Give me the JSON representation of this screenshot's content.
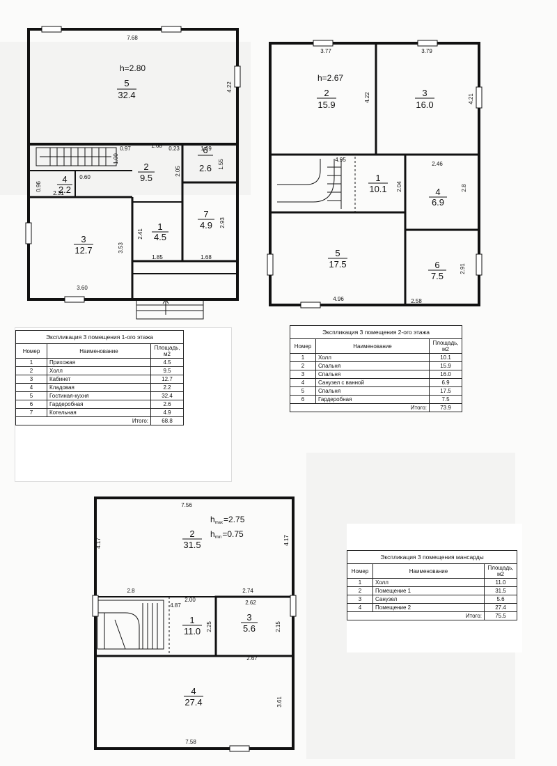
{
  "floor1": {
    "height": "h=2.80",
    "rooms": [
      {
        "num": "5",
        "area": "32.4"
      },
      {
        "num": "2",
        "area": "9.5"
      },
      {
        "num": "6",
        "area": "2.6"
      },
      {
        "num": "4",
        "area": "2.2"
      },
      {
        "num": "3",
        "area": "12.7"
      },
      {
        "num": "1",
        "area": "4.5"
      },
      {
        "num": "7",
        "area": "4.9"
      }
    ],
    "dims": [
      "7.68",
      "4.22",
      "0.97",
      "1.68",
      "0.23",
      "1.69",
      "1.00",
      "2.05",
      "1.55",
      "0.96",
      "0.60",
      "2.31",
      "2.41",
      "3.53",
      "2.93",
      "1.85",
      "1.68",
      "3.60"
    ]
  },
  "floor2": {
    "height": "h=2.67",
    "rooms": [
      {
        "num": "2",
        "area": "15.9"
      },
      {
        "num": "3",
        "area": "16.0"
      },
      {
        "num": "1",
        "area": "10.1"
      },
      {
        "num": "4",
        "area": "6.9"
      },
      {
        "num": "5",
        "area": "17.5"
      },
      {
        "num": "6",
        "area": "7.5"
      }
    ],
    "dims": [
      "3.77",
      "3.79",
      "4.22",
      "4.21",
      "4.95",
      "2.46",
      "2.04",
      "2.8",
      "2.91",
      "4.96",
      "2.58"
    ]
  },
  "attic": {
    "hmax": "=2.75",
    "hmin": "=0.75",
    "hmax_label": "h",
    "hmax_sub": "max",
    "hmin_label": "h",
    "hmin_sub": "min",
    "rooms": [
      {
        "num": "2",
        "area": "31.5"
      },
      {
        "num": "1",
        "area": "11.0"
      },
      {
        "num": "3",
        "area": "5.6"
      },
      {
        "num": "4",
        "area": "27.4"
      }
    ],
    "dims": [
      "7.56",
      "4.17",
      "4.17",
      "2.8",
      "2.74",
      "2.00",
      "4.87",
      "2.62",
      "2.25",
      "2.15",
      "2.67",
      "3.61",
      "7.58"
    ]
  },
  "table1": {
    "title": "Экспликация 3 помещения 1-ого этажа",
    "col_num": "Номер",
    "col_name": "Наименование",
    "col_area": "Площадь, м2",
    "rows": [
      {
        "n": "1",
        "name": "Прихожая",
        "area": "4.5"
      },
      {
        "n": "2",
        "name": "Холл",
        "area": "9.5"
      },
      {
        "n": "3",
        "name": "Кабинет",
        "area": "12.7"
      },
      {
        "n": "4",
        "name": "Кладовая",
        "area": "2.2"
      },
      {
        "n": "5",
        "name": "Гостиная-кухня",
        "area": "32.4"
      },
      {
        "n": "6",
        "name": "Гардеробная",
        "area": "2.6"
      },
      {
        "n": "7",
        "name": "Котельная",
        "area": "4.9"
      }
    ],
    "total_label": "Итого:",
    "total": "68.8"
  },
  "table2": {
    "title": "Экспликация 3 помещения 2-ого этажа",
    "col_num": "Номер",
    "col_name": "Наименование",
    "col_area": "Площадь, м2",
    "rows": [
      {
        "n": "1",
        "name": "Холл",
        "area": "10.1"
      },
      {
        "n": "2",
        "name": "Спальня",
        "area": "15.9"
      },
      {
        "n": "3",
        "name": "Спальня",
        "area": "16.0"
      },
      {
        "n": "4",
        "name": "Санузел с ванной",
        "area": "6.9"
      },
      {
        "n": "5",
        "name": "Спальня",
        "area": "17.5"
      },
      {
        "n": "6",
        "name": "Гардеробная",
        "area": "7.5"
      }
    ],
    "total_label": "Итого:",
    "total": "73.9"
  },
  "table3": {
    "title": "Экспликация 3 помещения мансарды",
    "col_num": "Номер",
    "col_name": "Наименование",
    "col_area": "Площадь, м2",
    "rows": [
      {
        "n": "1",
        "name": "Холл",
        "area": "11.0"
      },
      {
        "n": "2",
        "name": "Помещение 1",
        "area": "31.5"
      },
      {
        "n": "3",
        "name": "Санузел",
        "area": "5.6"
      },
      {
        "n": "4",
        "name": "Помещение 2",
        "area": "27.4"
      }
    ],
    "total_label": "Итого:",
    "total": "75.5"
  }
}
